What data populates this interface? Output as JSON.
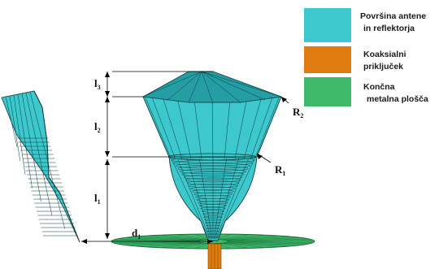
{
  "legend": [
    {
      "lines": [
        "Površina antene",
        "in reflektorja"
      ],
      "color": "#3cc8cc"
    },
    {
      "lines": [
        "Koaksialni",
        "priključek"
      ],
      "color": "#e07b10"
    },
    {
      "lines": [
        "Končna",
        "metalna plošča"
      ],
      "color": "#3fba6a"
    }
  ],
  "labels": {
    "l1": {
      "main": "l",
      "sub": "1"
    },
    "l2": {
      "main": "l",
      "sub": "2"
    },
    "l3": {
      "main": "l",
      "sub": "3"
    },
    "r1": {
      "main": "R",
      "sub": "1"
    },
    "r2": {
      "main": "R",
      "sub": "2"
    },
    "d1": {
      "main": "d",
      "sub": "1"
    }
  },
  "colors": {
    "antenna": "#3cc8cc",
    "antenna_dark": "#249ea4",
    "coax": "#e07b10",
    "plate": "#3fba6a",
    "mesh": "#0b3a3c"
  }
}
